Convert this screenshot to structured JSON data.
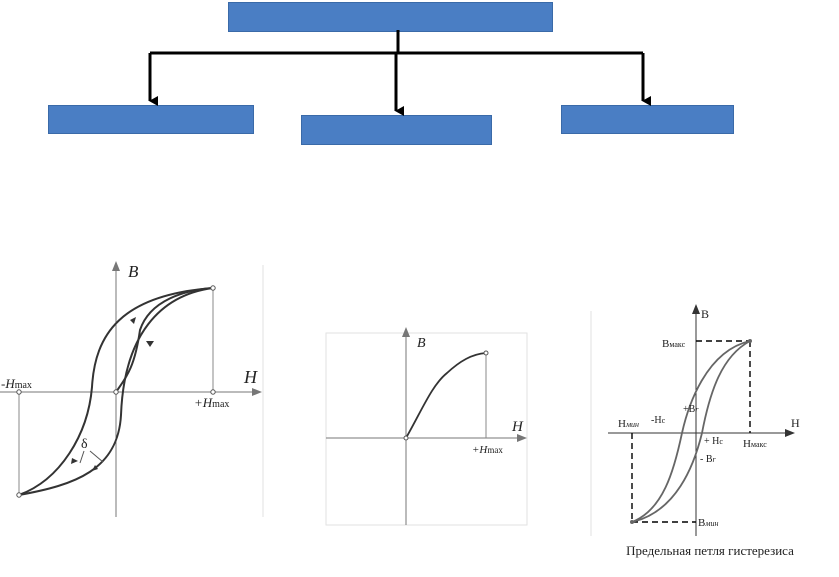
{
  "colors": {
    "box_fill": "#4a7ec4",
    "line": "#000000",
    "curve": "#333333",
    "panel_border": "#e2e2e2"
  },
  "graph1": {
    "y_axis": "B",
    "x_axis": "H",
    "neg_h": "-H",
    "neg_h_sub": "max",
    "pos_h": "+H",
    "pos_h_sub": "max",
    "delta": "δ"
  },
  "graph2": {
    "y_axis": "B",
    "x_axis": "H",
    "pos_h": "+H",
    "pos_h_sub": "max"
  },
  "graph3": {
    "y_axis": "B",
    "x_axis": "H",
    "b_max": "B",
    "b_max_sub": "макс",
    "b_min": "B",
    "b_min_sub": "мин",
    "h_max": "H",
    "h_max_sub": "макс",
    "h_min": "H",
    "h_min_sub": "мин",
    "pos_br": "+B",
    "pos_br_sub": "r",
    "neg_br": "- B",
    "neg_br_sub": "r",
    "neg_hc": "-H",
    "neg_hc_sub": "c",
    "pos_hc": "+ H",
    "pos_hc_sub": "c",
    "caption": "Предельная петля гистерезиса"
  }
}
